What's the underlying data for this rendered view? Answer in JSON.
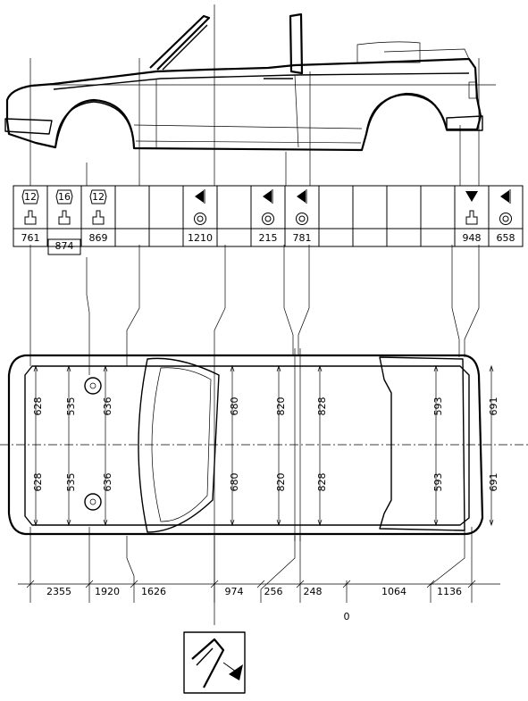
{
  "table": {
    "columns": [
      {
        "symbol": "12",
        "type": "support",
        "value": "761"
      },
      {
        "symbol": "16",
        "type": "support",
        "value": "874"
      },
      {
        "symbol": "12",
        "type": "support",
        "value": "869"
      },
      {
        "symbol": "",
        "type": "empty",
        "value": ""
      },
      {
        "symbol": "",
        "type": "empty",
        "value": ""
      },
      {
        "symbol": "",
        "type": "flag-target",
        "value": "1210"
      },
      {
        "symbol": "",
        "type": "empty",
        "value": ""
      },
      {
        "symbol": "",
        "type": "flag-target",
        "value": "215"
      },
      {
        "symbol": "",
        "type": "flag-target",
        "value": "781"
      },
      {
        "symbol": "",
        "type": "empty",
        "value": ""
      },
      {
        "symbol": "",
        "type": "empty",
        "value": ""
      },
      {
        "symbol": "",
        "type": "empty",
        "value": ""
      },
      {
        "symbol": "",
        "type": "empty",
        "value": ""
      },
      {
        "symbol": "",
        "type": "triangle-support",
        "value": "948"
      },
      {
        "symbol": "",
        "type": "flag-target",
        "value": "658"
      }
    ]
  },
  "plan_dims": {
    "left_pairs": [
      "628",
      "628"
    ],
    "inner_pairs": [
      "535",
      "535"
    ],
    "sill_pairs": [
      "636",
      "636"
    ],
    "ws_pairs": [
      "680",
      "680"
    ],
    "b_pairs": [
      "820",
      "820"
    ],
    "c_pairs": [
      "828",
      "828"
    ],
    "rear_pairs": [
      "593",
      "593"
    ],
    "tail_pairs": [
      "691",
      "691"
    ]
  },
  "longitudinal": {
    "segments": [
      "2355",
      "1920",
      "1626",
      "974",
      "256",
      "248",
      "1064",
      "1136"
    ],
    "zero": "0"
  }
}
